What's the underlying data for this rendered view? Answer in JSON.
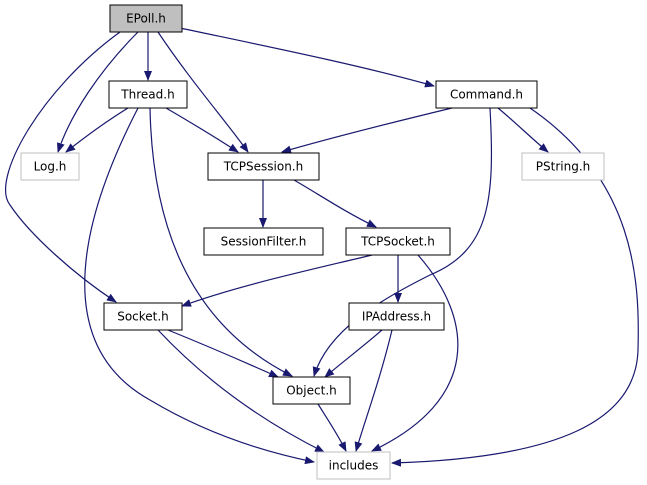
{
  "colors": {
    "edge": "#191970",
    "root_fill": "#bfbfbf",
    "node_fill": "#ffffff",
    "node_border": "#000000",
    "external_border": "#bfbfbf"
  },
  "nodes": [
    {
      "id": "epoll",
      "label": "EPoll.h",
      "style": "root"
    },
    {
      "id": "thread",
      "label": "Thread.h",
      "style": "normal"
    },
    {
      "id": "command",
      "label": "Command.h",
      "style": "normal"
    },
    {
      "id": "log",
      "label": "Log.h",
      "style": "external"
    },
    {
      "id": "tcpsession",
      "label": "TCPSession.h",
      "style": "normal"
    },
    {
      "id": "pstring",
      "label": "PString.h",
      "style": "external"
    },
    {
      "id": "sessionfilter",
      "label": "SessionFilter.h",
      "style": "normal"
    },
    {
      "id": "tcpsocket",
      "label": "TCPSocket.h",
      "style": "normal"
    },
    {
      "id": "socket",
      "label": "Socket.h",
      "style": "normal"
    },
    {
      "id": "ipaddress",
      "label": "IPAddress.h",
      "style": "normal"
    },
    {
      "id": "object",
      "label": "Object.h",
      "style": "normal"
    },
    {
      "id": "includes",
      "label": "includes",
      "style": "external"
    }
  ],
  "edges": [
    {
      "from": "epoll",
      "to": "thread"
    },
    {
      "from": "epoll",
      "to": "command"
    },
    {
      "from": "epoll",
      "to": "log"
    },
    {
      "from": "epoll",
      "to": "tcpsession"
    },
    {
      "from": "epoll",
      "to": "socket"
    },
    {
      "from": "thread",
      "to": "log"
    },
    {
      "from": "thread",
      "to": "tcpsession"
    },
    {
      "from": "thread",
      "to": "object"
    },
    {
      "from": "thread",
      "to": "includes"
    },
    {
      "from": "command",
      "to": "tcpsession"
    },
    {
      "from": "command",
      "to": "pstring"
    },
    {
      "from": "command",
      "to": "object"
    },
    {
      "from": "command",
      "to": "includes"
    },
    {
      "from": "tcpsession",
      "to": "sessionfilter"
    },
    {
      "from": "tcpsession",
      "to": "tcpsocket"
    },
    {
      "from": "tcpsocket",
      "to": "socket"
    },
    {
      "from": "tcpsocket",
      "to": "ipaddress"
    },
    {
      "from": "tcpsocket",
      "to": "includes"
    },
    {
      "from": "socket",
      "to": "object"
    },
    {
      "from": "socket",
      "to": "includes"
    },
    {
      "from": "ipaddress",
      "to": "object"
    },
    {
      "from": "ipaddress",
      "to": "includes"
    },
    {
      "from": "object",
      "to": "includes"
    }
  ]
}
